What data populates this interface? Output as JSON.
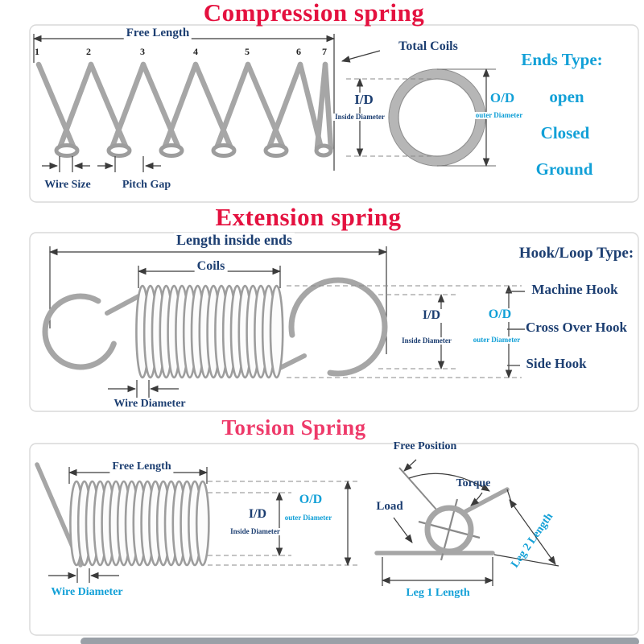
{
  "colors": {
    "title_red": "#e4113f",
    "torsion_title_pink": "#ee3a6a",
    "label_navy": "#1c3e71",
    "label_cyan": "#12a0d7",
    "spring_gray": "#a6a6a6",
    "dimension_line": "#3b3b3b"
  },
  "compression": {
    "title": "Compression spring",
    "free_length": "Free Length",
    "coil_numbers": [
      "1",
      "2",
      "3",
      "4",
      "5",
      "6",
      "7"
    ],
    "total_coils": "Total Coils",
    "wire_size": "Wire Size",
    "pitch_gap": "Pitch Gap",
    "id_abbr": "I/D",
    "id_full": "Inside Diameter",
    "od_abbr": "O/D",
    "od_full": "outer Diameter",
    "ends_type_heading": "Ends Type:",
    "ends_types": [
      "open",
      "Closed",
      "Ground"
    ]
  },
  "extension": {
    "title": "Extension spring",
    "length_inside_ends": "Length inside ends",
    "coils": "Coils",
    "id_abbr": "I/D",
    "id_full": "Inside Diameter",
    "od_abbr": "O/D",
    "od_full": "outer Diameter",
    "wire_diameter": "Wire Diameter",
    "hook_type_heading": "Hook/Loop Type:",
    "hook_types": [
      "Machine Hook",
      "Cross Over Hook",
      "Side Hook"
    ]
  },
  "torsion": {
    "title": "Torsion Spring",
    "free_length": "Free Length",
    "id_abbr": "I/D",
    "id_full": "Inside Diameter",
    "od_abbr": "O/D",
    "od_full": "outer Diameter",
    "wire_diameter": "Wire Diameter",
    "free_position": "Free Position",
    "torque": "Torque",
    "load": "Load",
    "leg1_length": "Leg 1 Length",
    "leg2_length": "Leg 2 Length"
  }
}
